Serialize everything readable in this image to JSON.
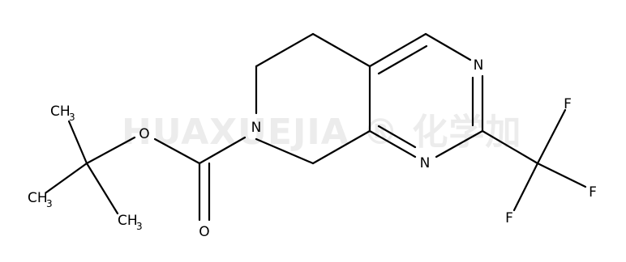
{
  "watermark": "HUAXUEJIA ® 化学加",
  "atoms": {
    "n_ring": "N",
    "o_ester": "O",
    "o_carbonyl": "O",
    "n_pyr_top": "N",
    "n_pyr_bottom": "N",
    "f_top": "F",
    "f_right": "F",
    "f_bottom": "F",
    "ch3_top": "CH",
    "ch3_left": "CH",
    "ch3_bottom": "CH",
    "ch3_sub": "3"
  }
}
